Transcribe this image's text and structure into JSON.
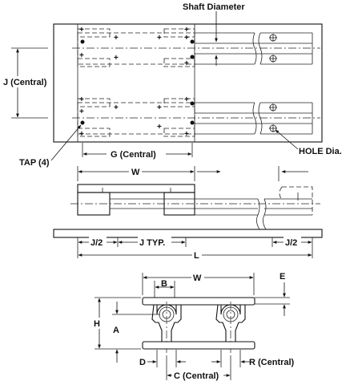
{
  "labels": {
    "shaft_diameter": "Shaft Diameter",
    "j_central": "J (Central)",
    "tap": "TAP (4)",
    "g_central": "G (Central)",
    "hole_dia": "HOLE Dia.",
    "w_side": "W",
    "j_half_left": "J/2",
    "j_typ": "J TYP.",
    "j_half_right": "J/2",
    "l": "L",
    "w_end": "W",
    "b": "B",
    "e": "E",
    "h": "H",
    "a": "A",
    "d": "D",
    "r_central": "R (Central)",
    "c_central": "C (Central)"
  }
}
